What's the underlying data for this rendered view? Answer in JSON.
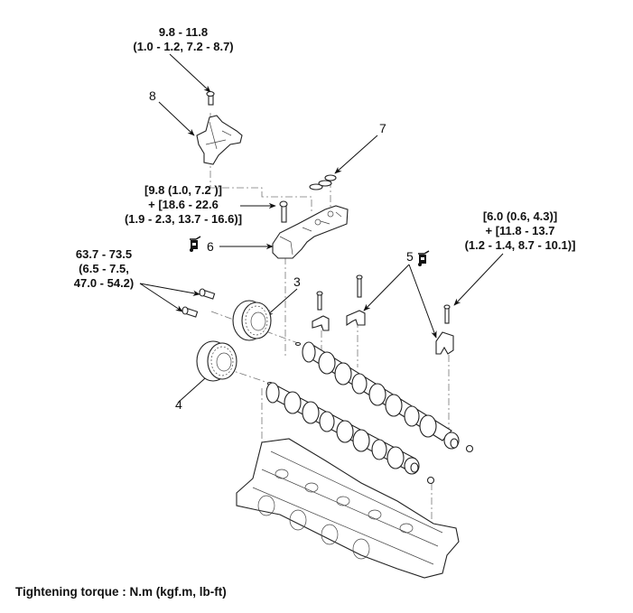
{
  "diagram": {
    "title": "Camshaft / cylinder head exploded view",
    "specs": {
      "bolt_8": [
        "9.8 - 11.8",
        "(1.0 - 1.2, 7.2 - 8.7)"
      ],
      "bolt_6": [
        "[9.8 (1.0, 7.2 )]",
        "+ [18.6 - 22.6",
        "(1.9 - 2.3, 13.7 - 16.6)]"
      ],
      "bolt_5": [
        "[6.0 (0.6, 4.3)]",
        "+ [11.8 - 13.7",
        "(1.2 - 1.4, 8.7 - 10.1)]"
      ],
      "bolt_sprocket": [
        "63.7 - 73.5",
        "(6.5 - 7.5,",
        "47.0 - 54.2)"
      ]
    },
    "part_numbers": {
      "p3": "3",
      "p4": "4",
      "p5": "5",
      "p6": "6",
      "p7": "7",
      "p8": "8"
    },
    "icons": {
      "oil_can": "oil-can-icon"
    },
    "footer": "Tightening torque : N.m (kgf.m, lb-ft)"
  }
}
